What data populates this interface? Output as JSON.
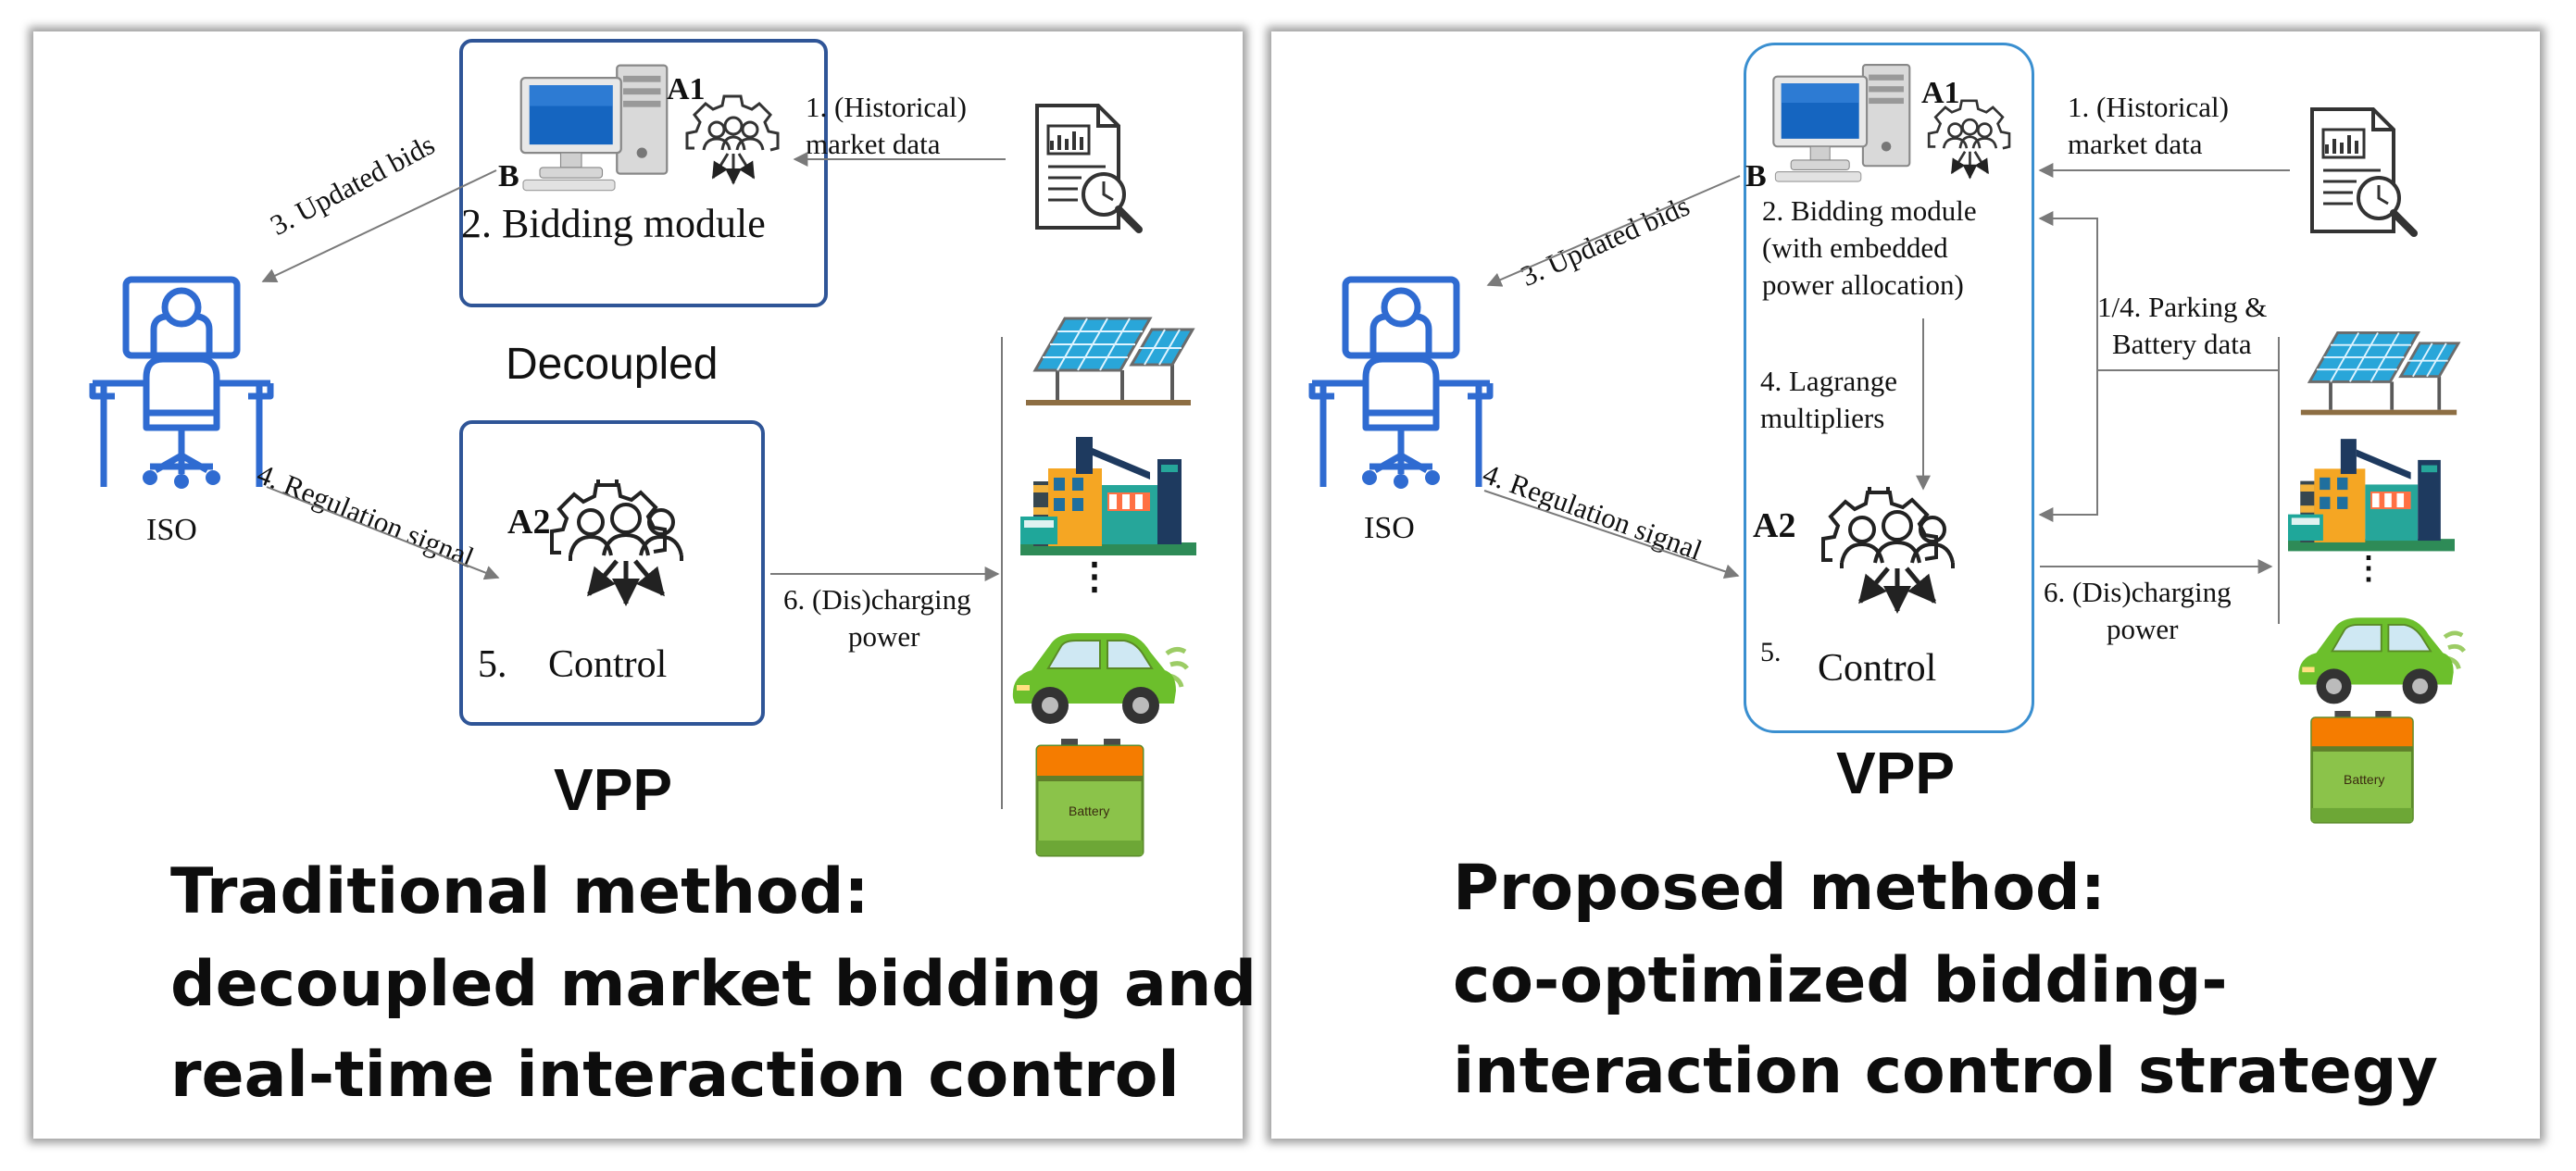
{
  "left": {
    "label_a1": "A1",
    "label_b": "B",
    "bidding_module": "2. Bidding module",
    "historical_data": [
      "1. (Historical)",
      "market data"
    ],
    "updated_bids": "3. Updated bids",
    "decoupled": "Decoupled",
    "iso": "ISO",
    "regulation_signal": "4. Regulation signal",
    "label_a2": "A2",
    "control_number": "5.",
    "control": "Control",
    "discharging": [
      "6. (Dis)charging",
      "power"
    ],
    "ellipsis": "⋮",
    "battery_text": "Battery",
    "vpp": "VPP",
    "title": [
      "Traditional method:",
      "decoupled market bidding and",
      "real-time interaction control"
    ]
  },
  "right": {
    "label_a1": "A1",
    "label_b": "B",
    "bidding_module": [
      "2. Bidding module",
      "(with embedded",
      "power allocation)"
    ],
    "historical_data": [
      "1. (Historical)",
      "market data"
    ],
    "updated_bids": "3. Updated bids",
    "parking_battery": [
      "1/4. Parking &",
      "Battery data"
    ],
    "lagrange": [
      "4. Lagrange",
      "multipliers"
    ],
    "iso": "ISO",
    "regulation_signal": "4. Regulation signal",
    "label_a2": "A2",
    "control_number": "5.",
    "control": "Control",
    "discharging": [
      "6. (Dis)charging",
      "power"
    ],
    "ellipsis": "⋮",
    "battery_text": "Battery",
    "vpp": "VPP",
    "title": [
      "Proposed method:",
      "co-optimized bidding-",
      "interaction control strategy"
    ]
  },
  "colors": {
    "module_border": "#2f5597",
    "vpp_border": "#3a8fd0",
    "iso_icon": "#2f6bd1",
    "arrow": "#7a7a7a"
  }
}
